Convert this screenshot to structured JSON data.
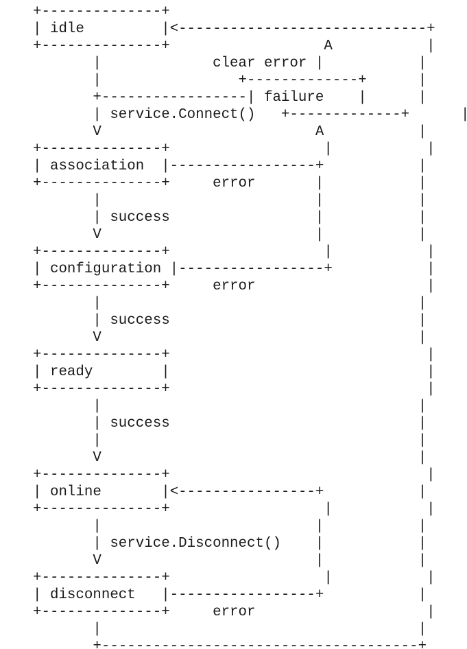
{
  "diagram": {
    "lines": [
      "+--------------+",
      "| idle         |<-----------------------------+",
      "+--------------+                  A           |",
      "       |             clear error |           |",
      "       |                +-------------+      |",
      "       +-----------------| failure    |      |",
      "       | service.Connect()   +-------------+      |",
      "       V                         A           |",
      "+--------------+                  |           |",
      "| association  |-----------------+           |",
      "+--------------+     error       |           |",
      "       |                         |           |",
      "       | success                 |           |",
      "       V                         |           |",
      "+--------------+                  |           |",
      "| configuration |-----------------+           |",
      "+--------------+     error                    |",
      "       |                                     |",
      "       | success                             |",
      "       V                                     |",
      "+--------------+                              |",
      "| ready        |                              |",
      "+--------------+                              |",
      "       |                                     |",
      "       | success                             |",
      "       |                                     |",
      "       V                                     |",
      "+--------------+                              |",
      "| online       |<----------------+           |",
      "+--------------+                  |           |",
      "       |                         |           |",
      "       | service.Disconnect()    |           |",
      "       V                         |           |",
      "+--------------+                  |           |",
      "| disconnect   |-----------------+           |",
      "+--------------+     error                    |",
      "       |                                     |",
      "       +-------------------------------------+"
    ]
  }
}
